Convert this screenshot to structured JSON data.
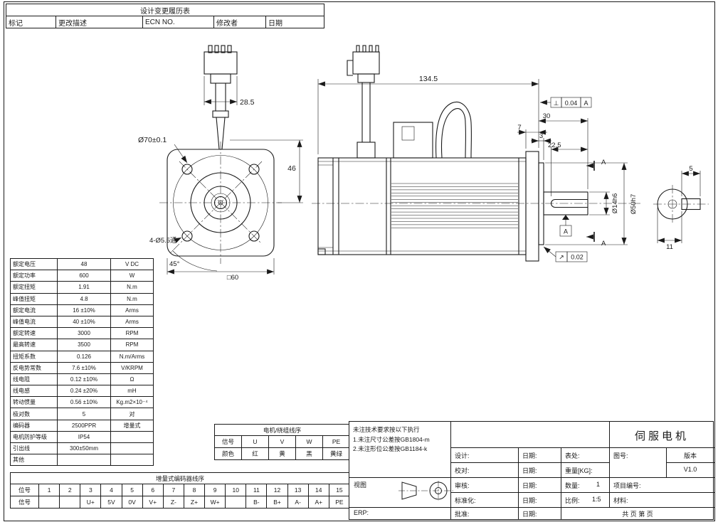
{
  "change_history": {
    "title": "设计变更履历表",
    "headers": [
      "标记",
      "更改描述",
      "ECN NO.",
      "修改者",
      "日期"
    ]
  },
  "specs": {
    "rows": [
      {
        "name": "额定电压",
        "value": "48",
        "unit": "V DC"
      },
      {
        "name": "额定功率",
        "value": "600",
        "unit": "W"
      },
      {
        "name": "额定扭矩",
        "value": "1.91",
        "unit": "N.m"
      },
      {
        "name": "峰值扭矩",
        "value": "4.8",
        "unit": "N.m"
      },
      {
        "name": "额定电流",
        "value": "16 ±10%",
        "unit": "Arms"
      },
      {
        "name": "峰值电流",
        "value": "40 ±10%",
        "unit": "Arms"
      },
      {
        "name": "额定转速",
        "value": "3000",
        "unit": "RPM"
      },
      {
        "name": "最高转速",
        "value": "3500",
        "unit": "RPM"
      },
      {
        "name": "扭矩系数",
        "value": "0.126",
        "unit": "N.m/Arms"
      },
      {
        "name": "反电势常数",
        "value": "7.6 ±10%",
        "unit": "V/KRPM"
      },
      {
        "name": "线电阻",
        "value": "0.12 ±10%",
        "unit": "Ω"
      },
      {
        "name": "线电感",
        "value": "0.24 ±20%",
        "unit": "mH"
      },
      {
        "name": "转动惯量",
        "value": "0.56 ±10%",
        "unit": "Kg.m2×10⁻⁴"
      },
      {
        "name": "极对数",
        "value": "5",
        "unit": "对"
      },
      {
        "name": "编码器",
        "value": "2500PPR",
        "unit": "增量式"
      },
      {
        "name": "电机防护等级",
        "value": "IP54",
        "unit": ""
      },
      {
        "name": "引出线",
        "value": "300±50mm",
        "unit": ""
      },
      {
        "name": "其他",
        "value": "",
        "unit": ""
      }
    ]
  },
  "motor_wiring": {
    "title": "电机/绕组线序",
    "signal_label": "信号",
    "signals": [
      "U",
      "V",
      "W",
      "PE"
    ],
    "color_label": "颜色",
    "colors": [
      "红",
      "黄",
      "黑",
      "黄绿"
    ]
  },
  "encoder_wiring": {
    "title": "增量式编码器线序",
    "pin_label": "位号",
    "pins": [
      "1",
      "2",
      "3",
      "4",
      "5",
      "6",
      "7",
      "8",
      "9",
      "10",
      "11",
      "12",
      "13",
      "14",
      "15"
    ],
    "signal_label": "信号",
    "signals": [
      "",
      "",
      "U+",
      "5V",
      "0V",
      "V+",
      "Z-",
      "Z+",
      "W+",
      "",
      "B-",
      "B+",
      "A-",
      "A+",
      "PE"
    ]
  },
  "title_block": {
    "notes": [
      "未注技术要求按以下执行",
      "1.未注尺寸公差按GB1804-m",
      "2.未注形位公差按GB1184-k"
    ],
    "product_title": "伺服电机",
    "design_label": "设计:",
    "check_label": "校对:",
    "audit_label": "审核:",
    "standard_label": "标准化:",
    "approve_label": "批准:",
    "date_label": "日期:",
    "surface_label": "表处:",
    "weight_label": "重量[KG]:",
    "qty_label": "数量:",
    "qty_value": "1",
    "scale_label": "比例:",
    "scale_value": "1:5",
    "drawing_no_label": "图号:",
    "version_label": "版本",
    "version_value": "V1.0",
    "project_no_label": "项目编号:",
    "material_label": "材料:",
    "view_label": "视图",
    "erp_label": "ERP:",
    "pages_text": "共 页 第 页"
  },
  "drawing": {
    "front": {
      "connector_width": "28.5",
      "bolt_circle_dia": "Ø70±0.1",
      "connector_height": "46",
      "mount_holes": "4-Ø5.5通",
      "hole_angle": "45°",
      "flange_square": "□60"
    },
    "side": {
      "total_length": "134.5",
      "shaft_length": "30",
      "flange_thickness": "7",
      "pilot_depth": "3",
      "keyway_length": "22.5",
      "shaft_dia": "Ø14h6",
      "pilot_dia": "Ø50h7",
      "perp_symbol": "⊥",
      "perp_tol": "0.04",
      "perp_datum": "A",
      "runout_symbol": "↗",
      "runout_tol": "0.02",
      "datum_label": "A",
      "section_label": "A"
    },
    "section": {
      "key_width": "5",
      "key_height": "11"
    }
  }
}
